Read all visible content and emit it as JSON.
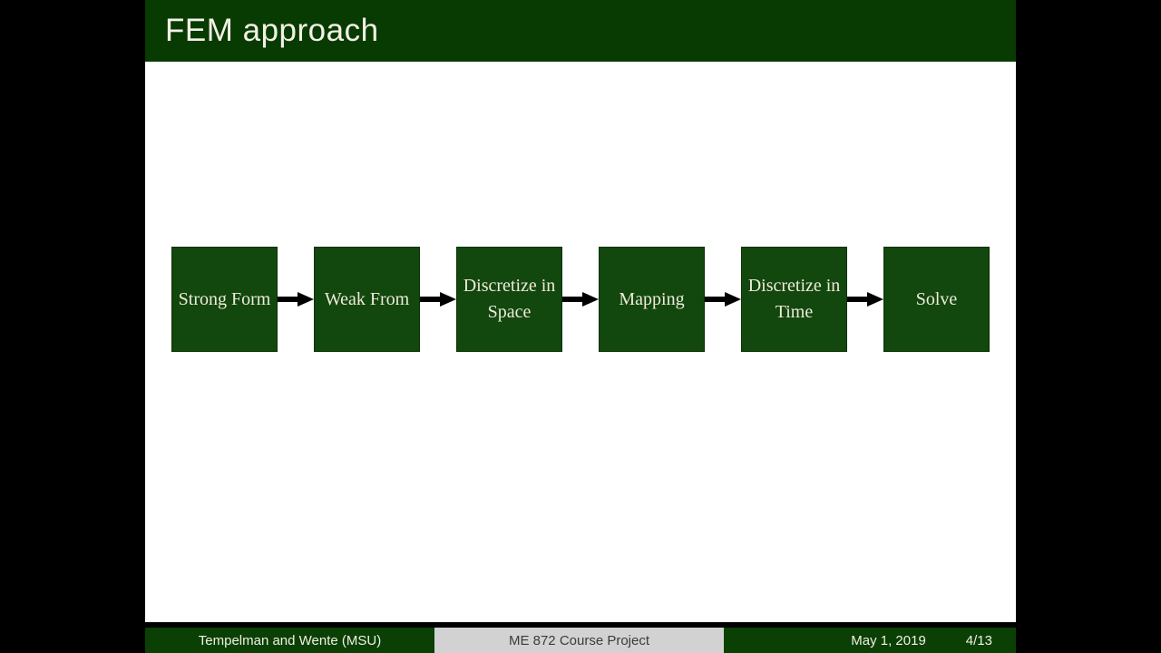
{
  "slide": {
    "title": "FEM approach",
    "flow": {
      "steps": [
        {
          "label": "Strong Form"
        },
        {
          "label": "Weak From"
        },
        {
          "label": "Discretize in Space"
        },
        {
          "label": "Mapping"
        },
        {
          "label": "Discretize in Time"
        },
        {
          "label": "Solve"
        }
      ],
      "arrow_icon": "arrow-right-icon",
      "box_color": "#12470e",
      "arrow_color": "#000000"
    },
    "footer": {
      "authors": "Tempelman and Wente  (MSU)",
      "venue": "ME 872 Course Project",
      "date": "May 1, 2019",
      "page": "4/13"
    },
    "colors": {
      "header_green": "#083b02",
      "footer_green": "#0b4005",
      "footer_gray": "#d2d2d2",
      "slide_background": "#ffffff",
      "letterbox": "#000000",
      "text_cream": "#f1efe4"
    }
  }
}
